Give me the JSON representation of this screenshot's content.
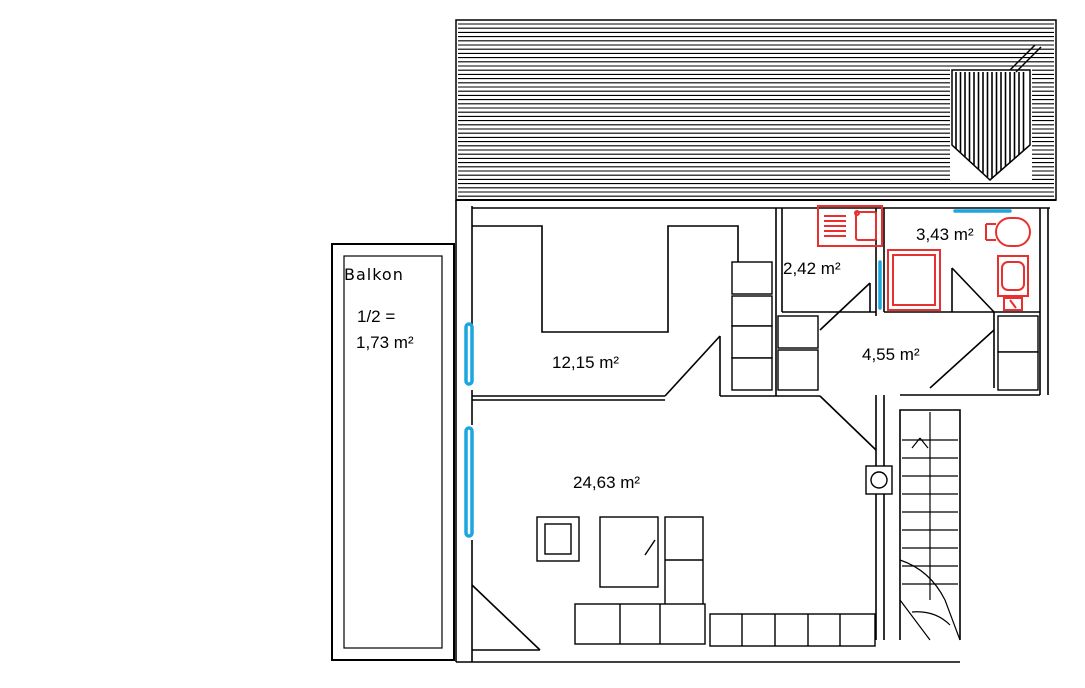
{
  "floorplan": {
    "balcony": {
      "title": "Balkon",
      "share": "1/2 =",
      "area": "1,73 m²"
    },
    "rooms": {
      "bedroom": "12,15 m²",
      "living": "24,63 m²",
      "kitchen": "2,42 m²",
      "bath": "3,43 m²",
      "hall": "4,55 m²"
    },
    "colors": {
      "line": "#000000",
      "fixtures": "#e8312f",
      "windows": "#1ba6df"
    }
  }
}
